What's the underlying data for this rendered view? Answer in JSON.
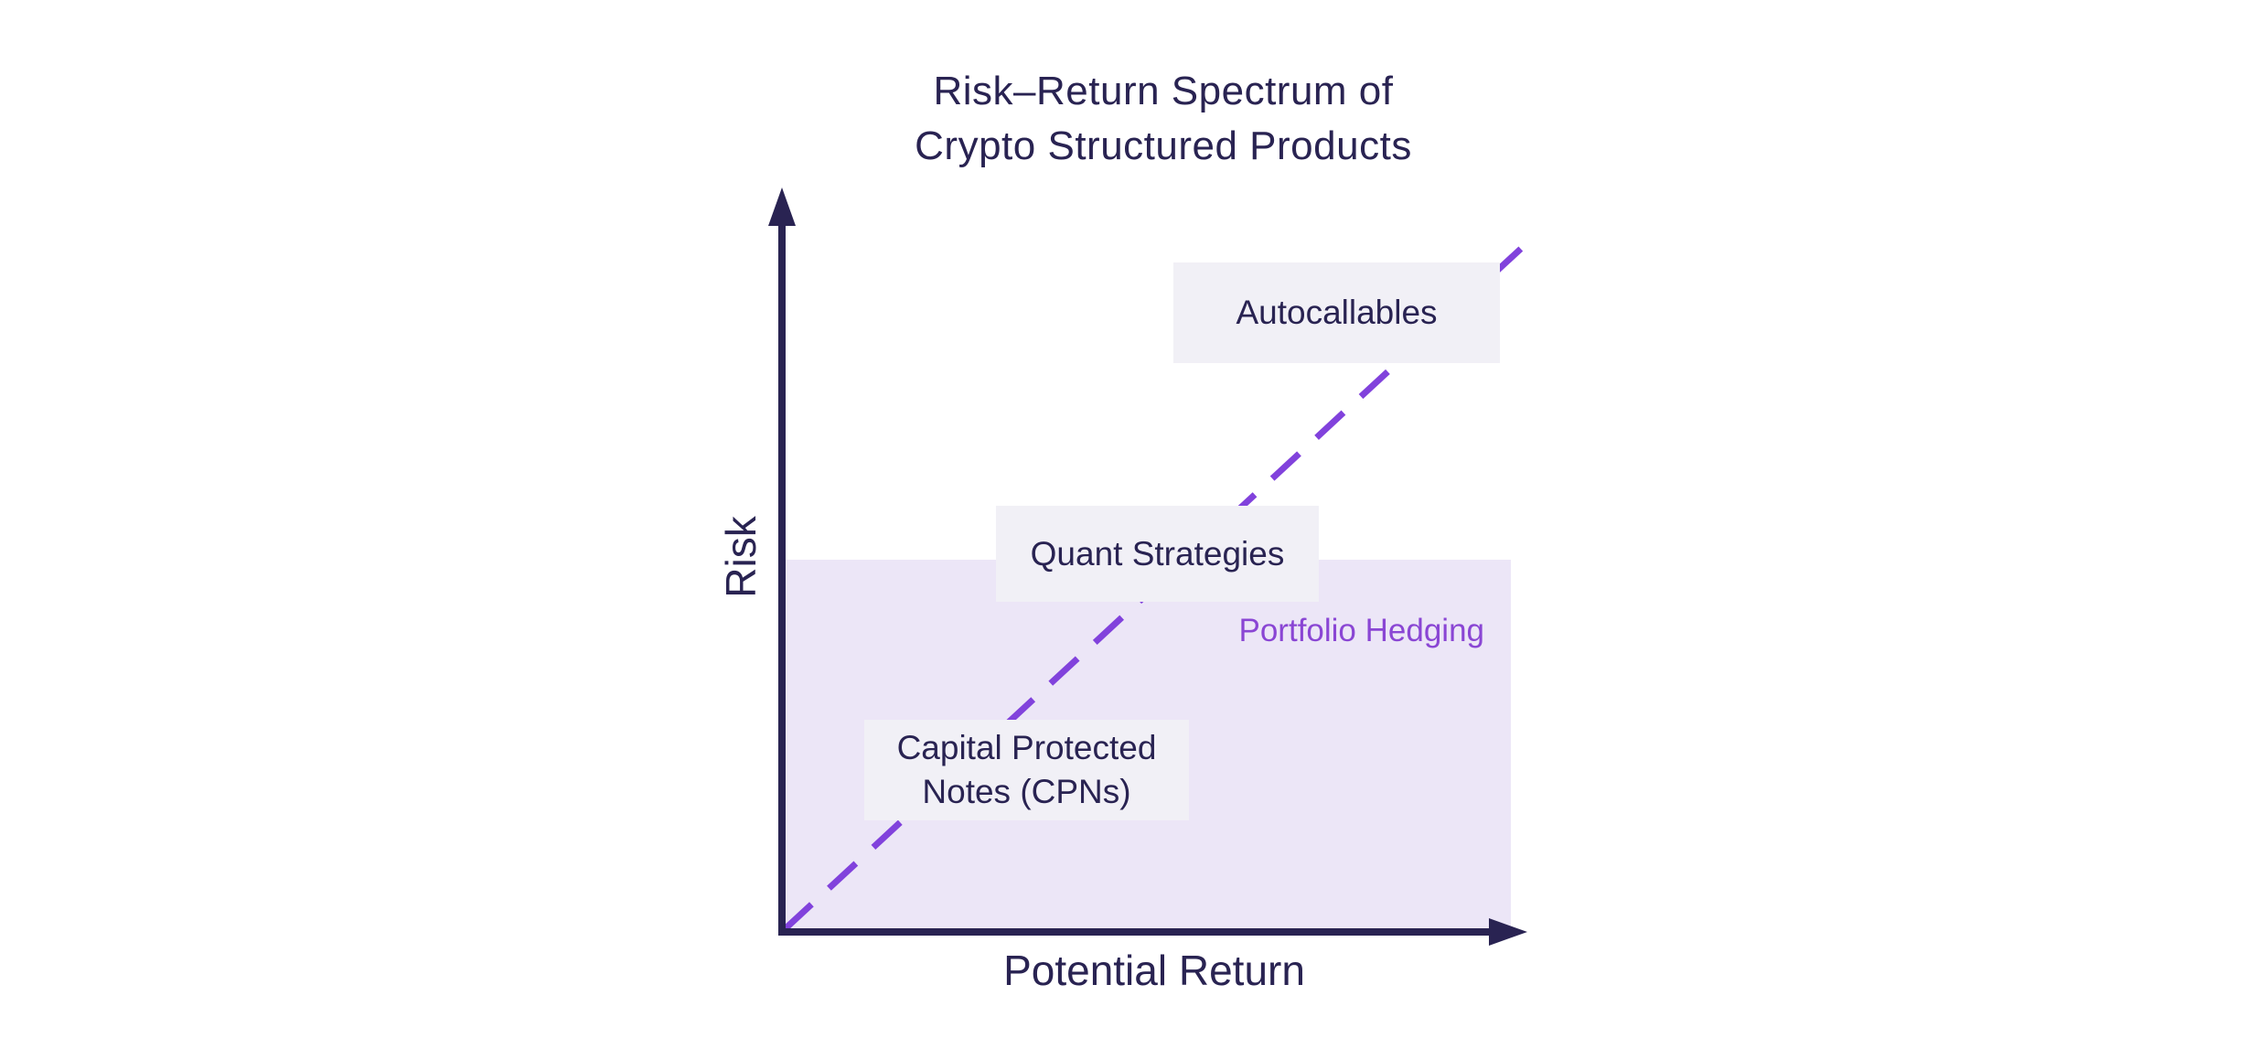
{
  "title": {
    "line1": "Risk–Return Spectrum of",
    "line2": "Crypto Structured Products"
  },
  "axes": {
    "y_label": "Risk",
    "x_label": "Potential Return"
  },
  "region": {
    "label": "Portfolio Hedging"
  },
  "nodes": [
    {
      "label": "Capital Protected\nNotes (CPNs)"
    },
    {
      "label": "Quant Strategies"
    },
    {
      "label": "Autocallables"
    }
  ],
  "colors": {
    "navy": "#292352",
    "accent_purple": "#8142dc",
    "hedge_text": "#8a46d4",
    "region_fill": "#ece6f7",
    "box_fill": "#f1f0f6",
    "bg": "#ffffff"
  }
}
